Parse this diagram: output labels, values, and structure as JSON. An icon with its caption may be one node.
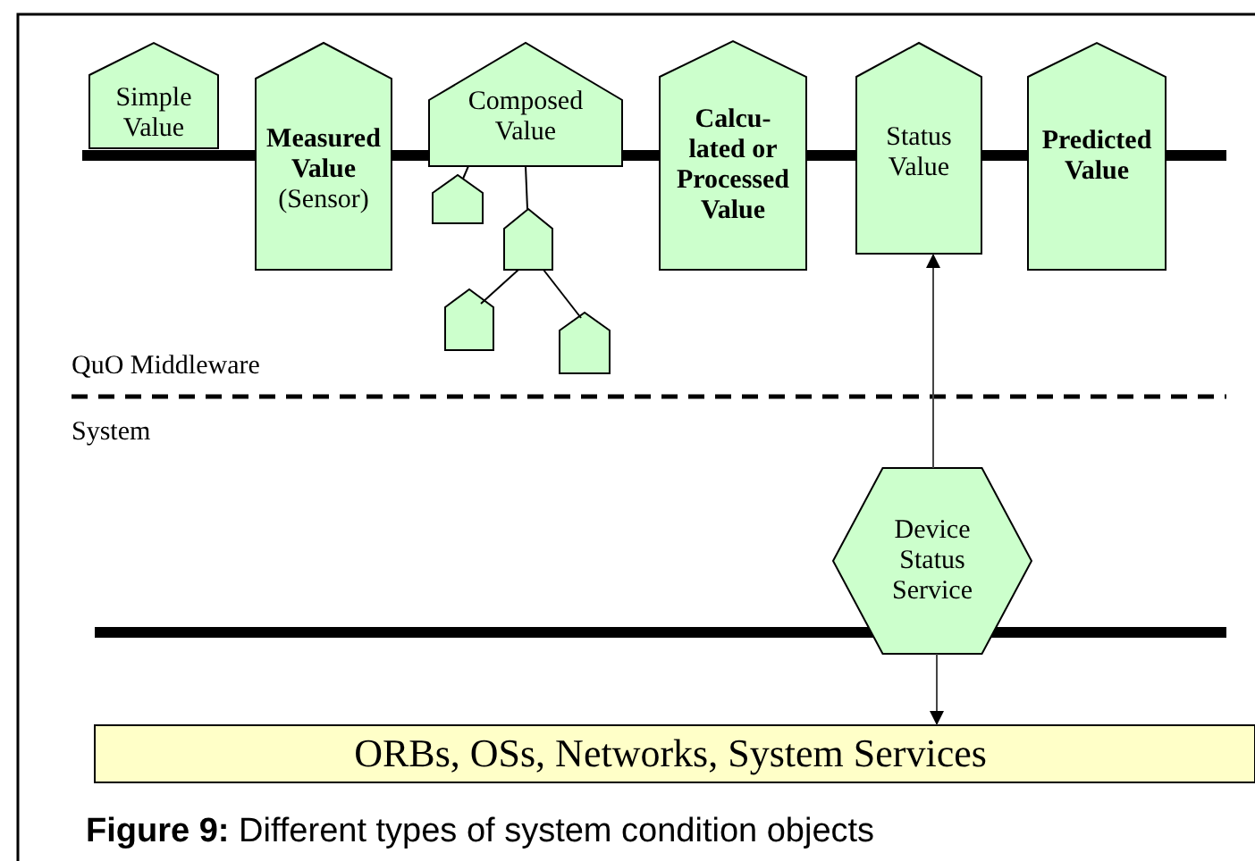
{
  "diagram": {
    "caption": "**Figure 9:** Different types of system condition objects",
    "nodes": [
      {
        "text": [
          "Simple Value"
        ]
      },
      {
        "text": [
          "Measured Value",
          "(Sensor)"
        ]
      },
      {
        "text": [
          "Composed Value"
        ]
      },
      {
        "text": [],
        "shape": "pentagon"
      },
      {
        "text": [],
        "shape": "pentagon"
      },
      {
        "text": [],
        "shape": "pentagon"
      },
      {
        "text": [],
        "shape": "pentagon"
      },
      {
        "text": [
          "Calcu- lated or Processed Value"
        ]
      },
      {
        "text": [
          "Status Value"
        ]
      },
      {
        "text": [
          "Predicted Value"
        ]
      },
      {
        "text": [
          "Device Status Service"
        ]
      },
      {
        "text": [
          "ORBs, OSs, Networks, System Services"
        ]
      }
    ],
    "edges": [
      {
        "from": 2,
        "to": 3,
        "arrow": "none"
      },
      {
        "from": 2,
        "to": 4,
        "arrow": "none"
      },
      {
        "from": 4,
        "to": 5,
        "arrow": "none"
      },
      {
        "from": 4,
        "to": 6,
        "arrow": "none"
      },
      {
        "from": 10,
        "to": 8,
        "arrow": "to"
      },
      {
        "from": 10,
        "to": 11,
        "arrow": "to"
      }
    ],
    "labels": [
      "QuO Middleware",
      "System"
    ]
  }
}
